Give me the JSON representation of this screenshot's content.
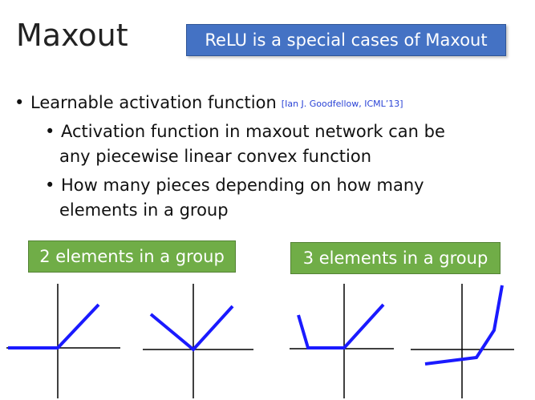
{
  "slide": {
    "title": "Maxout",
    "callout": "ReLU is a special cases of Maxout",
    "bullet1": {
      "text": "Learnable activation function",
      "citation": "[Ian J. Goodfellow, ICML’13]"
    },
    "sub_bullets": [
      {
        "line1": "Activation function in maxout network can be",
        "line2": "any piecewise linear convex function"
      },
      {
        "line1": "How many pieces depending on how many",
        "line2": "elements in a group"
      }
    ],
    "groups": [
      {
        "label": "2 elements in a group"
      },
      {
        "label": "3 elements in a group"
      }
    ]
  },
  "colors": {
    "callout_bg": "#4472c4",
    "badge_bg": "#70ad47",
    "curve": "#1a1aff",
    "citation": "#2a43d6"
  }
}
